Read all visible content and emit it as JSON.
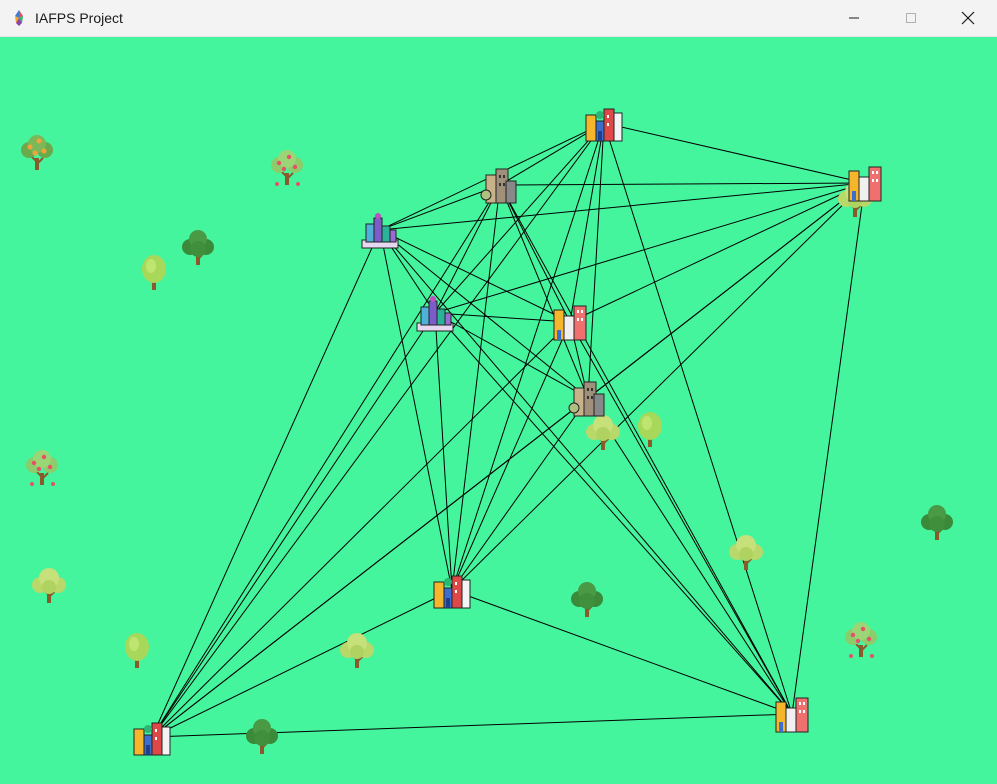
{
  "window": {
    "title": "IAFPS Project",
    "icon": "app-logo-icon",
    "controls": [
      "minimize-icon",
      "maximize-icon",
      "close-icon"
    ]
  },
  "colors": {
    "background": "#44f59e",
    "edge": "#000000",
    "titlebar": "#f3f3f3"
  },
  "map": {
    "edge_count": 45,
    "cities": [
      {
        "id": "city-1",
        "variant": "bright-skyline-icon"
      },
      {
        "id": "city-2",
        "variant": "tan-buildings-icon"
      },
      {
        "id": "city-3",
        "variant": "purple-skyline-icon"
      },
      {
        "id": "city-4",
        "variant": "purple-skyline-icon"
      },
      {
        "id": "city-5",
        "variant": "colorful-towers-icon"
      },
      {
        "id": "city-6",
        "variant": "tan-buildings-icon"
      },
      {
        "id": "city-7",
        "variant": "colorful-towers-icon"
      },
      {
        "id": "city-8",
        "variant": "bright-skyline-icon"
      },
      {
        "id": "city-9",
        "variant": "bright-skyline-icon"
      },
      {
        "id": "city-10",
        "variant": "colorful-towers-icon"
      }
    ],
    "trees": [
      {
        "variant": "flowering-tree-icon"
      },
      {
        "variant": "apple-tree-icon"
      },
      {
        "variant": "dark-green-tree-icon"
      },
      {
        "variant": "lime-tree-icon"
      },
      {
        "variant": "light-green-tree-icon"
      },
      {
        "variant": "apple-tree-icon"
      },
      {
        "variant": "light-green-tree-icon"
      },
      {
        "variant": "lime-tree-icon"
      },
      {
        "variant": "light-green-tree-icon"
      },
      {
        "variant": "dark-green-tree-icon"
      },
      {
        "variant": "light-green-tree-icon"
      },
      {
        "variant": "dark-green-tree-icon"
      },
      {
        "variant": "lime-tree-icon"
      },
      {
        "variant": "light-green-tree-icon"
      },
      {
        "variant": "apple-tree-icon"
      },
      {
        "variant": "dark-green-tree-icon"
      }
    ]
  }
}
